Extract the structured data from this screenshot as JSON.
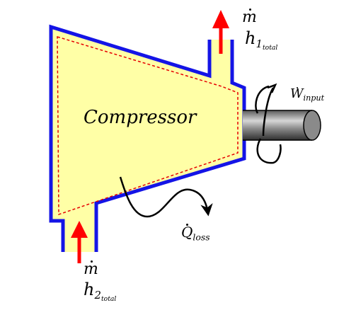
{
  "diagram": {
    "title": "Compressor",
    "outlet": {
      "mass_flow_symbol": "m",
      "enthalpy_symbol": "h",
      "enthalpy_subscript": "1",
      "enthalpy_sub_subscript": "total"
    },
    "inlet": {
      "mass_flow_symbol": "m",
      "enthalpy_symbol": "h",
      "enthalpy_subscript": "2",
      "enthalpy_sub_subscript": "total"
    },
    "work": {
      "symbol": "W",
      "subscript": "input"
    },
    "heat": {
      "symbol": "Q",
      "subscript": "loss"
    }
  },
  "colors": {
    "body_fill": "#ffffa6",
    "body_outline": "#1414e6",
    "inner_dashed": "#e60000",
    "flow_arrow": "#ff0000",
    "shaft_base": "#888888"
  }
}
